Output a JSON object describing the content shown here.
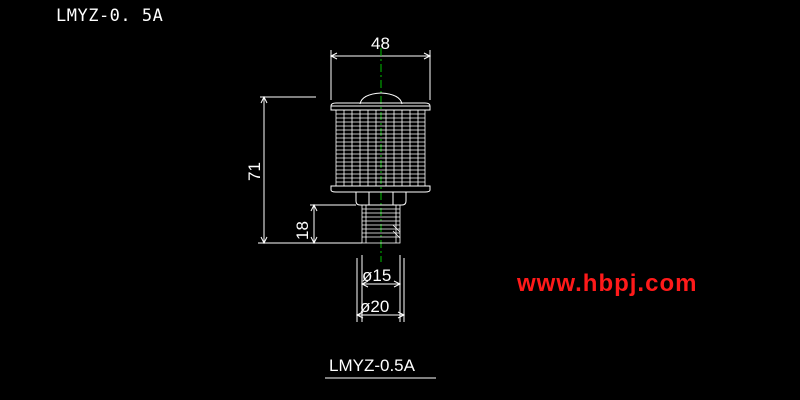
{
  "drawing": {
    "header_title": "LMYZ-0. 5A",
    "caption": "LMYZ-0.5A",
    "watermark": "www.hbpj.com",
    "dimensions": {
      "width_top": "48",
      "height_total": "71",
      "height_thread": "18",
      "dia_inner": "ø15",
      "dia_outer": "ø20"
    }
  },
  "colors": {
    "background": "#000000",
    "line": "#ffffff",
    "centerline": "#00c000",
    "watermark": "#ff1a1a"
  }
}
